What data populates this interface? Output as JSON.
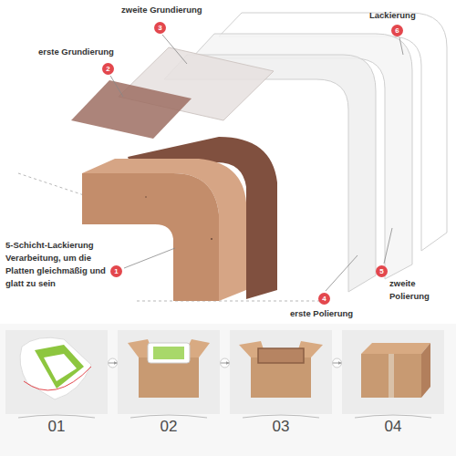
{
  "diagram": {
    "nodes": [
      {
        "text": [
          "3"
        ]
      },
      {
        "text": [
          "6"
        ]
      },
      {
        "text": [
          "2"
        ]
      },
      {
        "text": [
          "1"
        ]
      },
      {
        "text": [
          "5"
        ]
      },
      {
        "text": [
          "4"
        ]
      },
      {
        "text": [
          "01"
        ]
      },
      {
        "text": [
          "02"
        ]
      },
      {
        "text": [
          "03"
        ]
      },
      {
        "text": [
          "04"
        ]
      }
    ],
    "edges": [
      {
        "from": 6,
        "to": 7,
        "arrow": "to"
      },
      {
        "from": 7,
        "to": 8,
        "arrow": "to"
      },
      {
        "from": 8,
        "to": 9,
        "arrow": "to"
      }
    ],
    "labels": [
      "zweite Grundierung",
      "Lackierung",
      "erste Grundierung",
      "5-Schicht-Lackierung Verarbeitung, um die Platten gleichmäßig und glatt zu sein",
      "zweite Polierung",
      "erste Polierung"
    ]
  }
}
